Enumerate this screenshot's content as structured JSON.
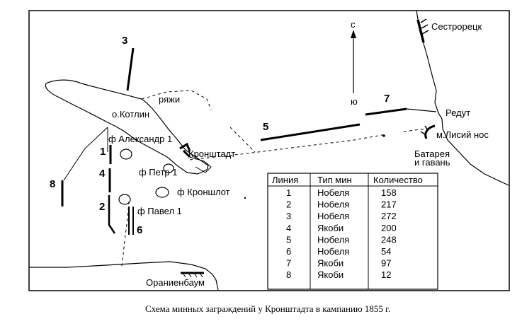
{
  "map": {
    "labels": {
      "sestroretsk": "Сестрорецк",
      "north": "с",
      "south": "ю",
      "redut": "Редут",
      "lisiy_nos": "м.Лисий нос",
      "battery": "Батарея",
      "harbor": "и гавань",
      "kotlin": "о.Котлин",
      "ryazhi": "ряжи",
      "kronshtadt": "Кронштадт",
      "fort_alexander": "ф Александр 1",
      "fort_petr": "ф Петр 1",
      "fort_kronshlot": "ф Кроншлот",
      "fort_pavel": "ф Павел 1",
      "oranienbaum": "Ораниенбаум",
      "river_letters": [
        "Р",
        "Я",
        "Ж",
        "И"
      ]
    },
    "line_numbers": [
      "1",
      "2",
      "3",
      "4",
      "5",
      "6",
      "7",
      "8"
    ]
  },
  "table": {
    "headers": [
      "Линия",
      "Тип мин",
      "Количество"
    ],
    "rows": [
      [
        "1",
        "Нобеля",
        "158"
      ],
      [
        "2",
        "Нобеля",
        "217"
      ],
      [
        "3",
        "Нобеля",
        "272"
      ],
      [
        "4",
        "Якоби",
        "200"
      ],
      [
        "5",
        "Нобеля",
        "248"
      ],
      [
        "6",
        "Нобеля",
        "54"
      ],
      [
        "7",
        "Якоби",
        "97"
      ],
      [
        "8",
        "Якоби",
        "12"
      ]
    ]
  },
  "caption": "Схема минных заграждений у Кронштадта в кампанию 1855 г."
}
